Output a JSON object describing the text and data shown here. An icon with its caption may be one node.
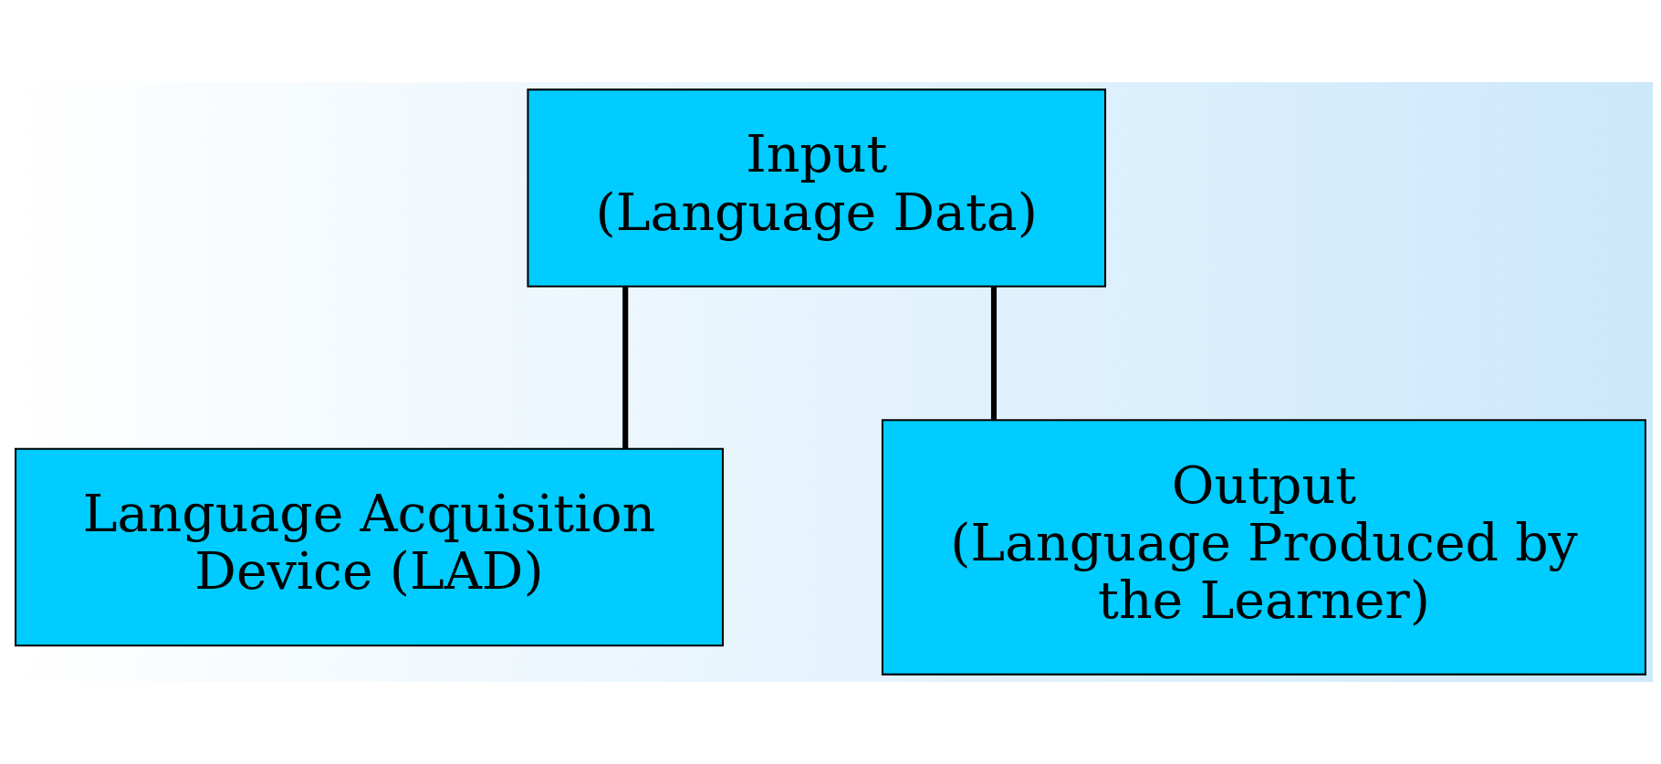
{
  "diagram": {
    "nodes": [
      {
        "text": [
          "Input",
          "(Language Data)"
        ]
      },
      {
        "text": [
          "Language Acquisition Device (LAD)"
        ]
      },
      {
        "text": [
          "Output",
          "(Language Produced by the Learner)"
        ]
      }
    ],
    "edges": [
      {
        "from": 0,
        "to": 1,
        "arrow": "none"
      },
      {
        "from": 0,
        "to": 2,
        "arrow": "none"
      }
    ]
  }
}
